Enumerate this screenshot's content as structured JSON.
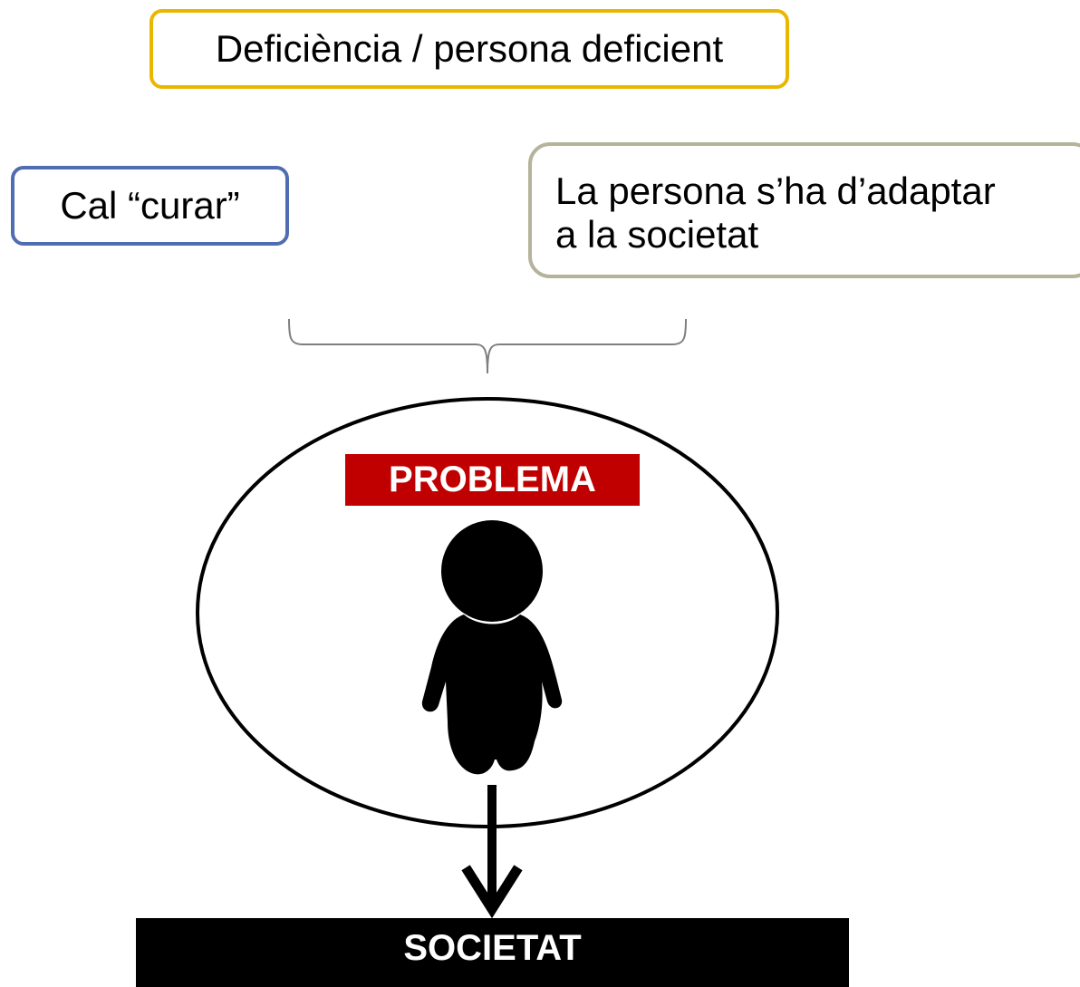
{
  "boxes": {
    "top": {
      "text": "Deficiència / persona deficient",
      "border_color": "#e9b700"
    },
    "left": {
      "text": "Cal “curar”",
      "border_color": "#4f6db0"
    },
    "right": {
      "line1": "La persona s’ha d’adaptar",
      "line2": "a la societat",
      "border_color": "#b5b39a"
    }
  },
  "center": {
    "label": "PROBLEMA",
    "label_color": "#c00000",
    "figure_icon": "person-icon"
  },
  "bottom": {
    "label": "SOCIETAT"
  }
}
